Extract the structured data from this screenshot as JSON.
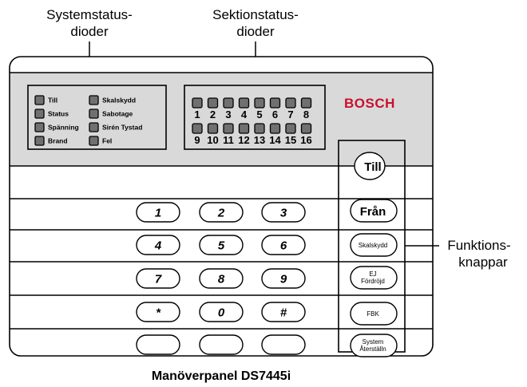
{
  "callouts": {
    "system_status": [
      "Systemstatus-",
      "dioder"
    ],
    "section_status": [
      "Sektionstatus-",
      "dioder"
    ],
    "function_keys": [
      "Funktions-",
      "knappar"
    ]
  },
  "status_leds_left": [
    "Till",
    "Status",
    "Spänning",
    "Brand"
  ],
  "status_leds_right": [
    "Skalskydd",
    "Sabotage",
    "Sirén Tystad",
    "Fel"
  ],
  "section_numbers_row1": [
    "1",
    "2",
    "3",
    "4",
    "5",
    "6",
    "7",
    "8"
  ],
  "section_numbers_row2": [
    "9",
    "10",
    "11",
    "12",
    "13",
    "14",
    "15",
    "16"
  ],
  "brand": "BOSCH",
  "keypad_rows": [
    [
      "1",
      "2",
      "3"
    ],
    [
      "4",
      "5",
      "6"
    ],
    [
      "7",
      "8",
      "9"
    ],
    [
      "*",
      "0",
      "#"
    ],
    [
      "",
      "",
      ""
    ]
  ],
  "function_buttons": [
    [
      "Till"
    ],
    [
      "Från"
    ],
    [
      "Skalskydd"
    ],
    [
      "EJ",
      "Fördröjd"
    ],
    [
      "FBK"
    ],
    [
      "System",
      "Återställn"
    ]
  ],
  "caption": "Manöverpanel DS7445i",
  "colors": {
    "brand": "#c8102e",
    "panel": "#d9d9d9",
    "led": "#707070"
  }
}
